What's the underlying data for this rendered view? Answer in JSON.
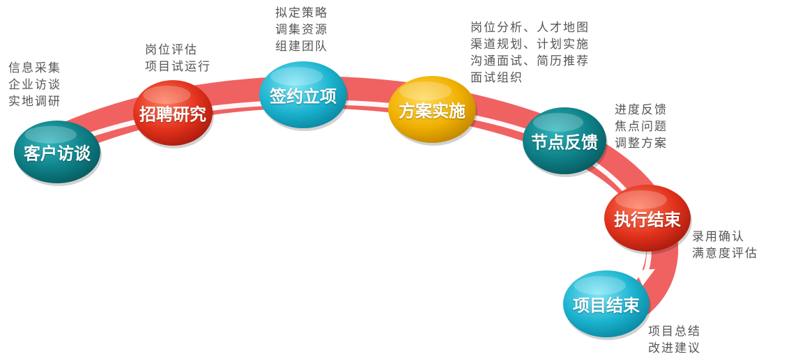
{
  "colors": {
    "arc": "#f06262",
    "arc_highlight": "#ffffff",
    "teal": "#0e7f86",
    "red": "#e1311c",
    "cyan": "#1bb3cf",
    "gold": "#f0b000"
  },
  "stages": [
    {
      "label": "客户访谈",
      "color": "teal"
    },
    {
      "label": "招聘研究",
      "color": "red"
    },
    {
      "label": "签约立项",
      "color": "cyan"
    },
    {
      "label": "方案实施",
      "color": "gold"
    },
    {
      "label": "节点反馈",
      "color": "teal"
    },
    {
      "label": "执行结束",
      "color": "red"
    },
    {
      "label": "项目结束",
      "color": "cyan"
    }
  ],
  "notes": [
    {
      "lines": [
        "信息采集",
        "企业访谈",
        "实地调研"
      ]
    },
    {
      "lines": [
        "岗位评估",
        "项目试运行"
      ]
    },
    {
      "lines": [
        "拟定策略",
        "调集资源",
        "组建团队"
      ]
    },
    {
      "lines": [
        "岗位分析、人才地图",
        "渠道规划、计划实施",
        "沟通面试、简历推荐",
        "面试组织"
      ]
    },
    {
      "lines": [
        "进度反馈",
        "焦点问题",
        "调整方案"
      ]
    },
    {
      "lines": [
        "录用确认",
        "满意度评估"
      ]
    },
    {
      "lines": [
        "项目总结",
        "改进建议"
      ]
    }
  ]
}
